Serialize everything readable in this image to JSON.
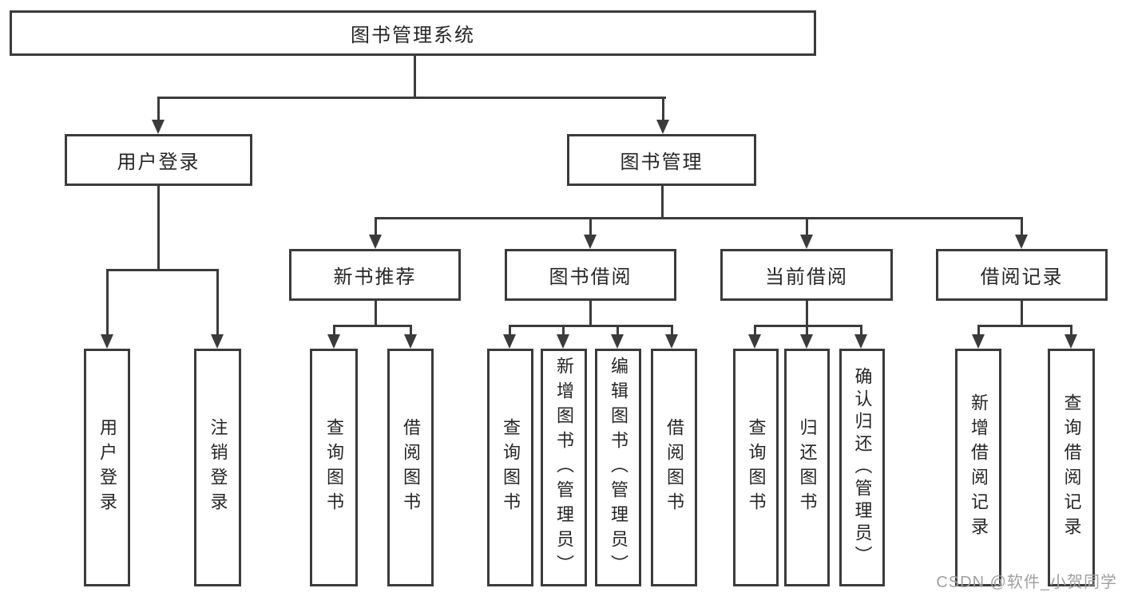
{
  "colors": {
    "line": "#3b3b3b",
    "text": "#262626",
    "box_bg": "#ffffff",
    "page_bg": "#ffffff",
    "watermark": "#a0a0a0"
  },
  "diagram": {
    "nodes": {
      "root": {
        "label": "图书管理系统"
      },
      "user_login": {
        "label": "用户登录"
      },
      "book_management": {
        "label": "图书管理"
      },
      "new_book_recommend": {
        "label": "新书推荐"
      },
      "book_borrowing": {
        "label": "图书借阅"
      },
      "current_borrowing": {
        "label": "当前借阅"
      },
      "borrowing_records": {
        "label": "借阅记录"
      },
      "leaf_user_login": {
        "label": "用户登录"
      },
      "leaf_logout_login": {
        "label": "注销登录"
      },
      "leaf_nbr_query_books": {
        "label": "查询图书"
      },
      "leaf_nbr_borrow_books": {
        "label": "借阅图书"
      },
      "leaf_bb_query_books": {
        "label": "查询图书"
      },
      "leaf_bb_add_books": {
        "label": "新增图书（管理员）"
      },
      "leaf_bb_edit_books": {
        "label": "编辑图书（管理员）"
      },
      "leaf_bb_borrow_books": {
        "label": "借阅图书"
      },
      "leaf_cb_query_books": {
        "label": "查询图书"
      },
      "leaf_cb_return_books": {
        "label": "归还图书"
      },
      "leaf_cb_confirm_return": {
        "label": "确认归还（管理员）"
      },
      "leaf_br_add_record": {
        "label": "新增借阅记录"
      },
      "leaf_br_query_record": {
        "label": "查询借阅记录"
      }
    }
  },
  "watermark": {
    "text": "CSDN @软件_小贺同学"
  }
}
